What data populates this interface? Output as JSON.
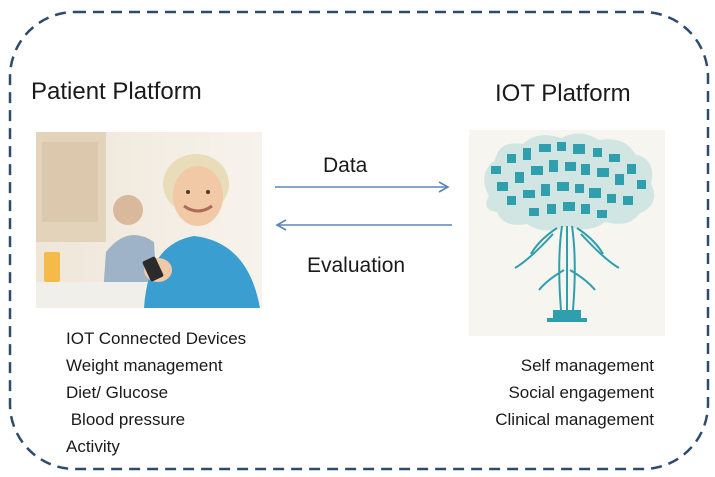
{
  "patient_platform": {
    "title": "Patient Platform",
    "features": [
      "IOT Connected Devices",
      "Weight management",
      "Diet/ Glucose",
      " Blood pressure",
      "Activity"
    ]
  },
  "iot_platform": {
    "title": "IOT Platform",
    "features": [
      "Self management",
      "Social engagement",
      "Clinical management"
    ]
  },
  "flows": {
    "forward_label": "Data",
    "backward_label": "Evaluation"
  },
  "colors": {
    "border": "#2e4b6e",
    "arrow": "#5b86b8",
    "tree": "#2f9fae"
  },
  "icons": [
    "patient-photo",
    "iot-tree-icon"
  ]
}
